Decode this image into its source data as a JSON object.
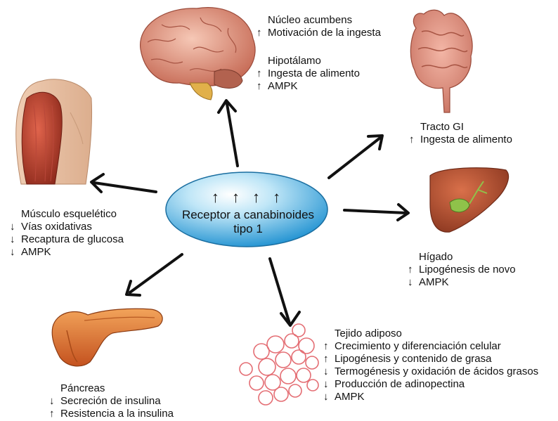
{
  "center": {
    "arrows": "↑ ↑ ↑ ↑",
    "line1": "Receptor a canabinoides",
    "line2": "tipo 1"
  },
  "brain": {
    "lines": [
      {
        "arrow": "",
        "text": "Núcleo acumbens"
      },
      {
        "arrow": "↑",
        "text": "Motivación de la ingesta"
      }
    ],
    "lines2": [
      {
        "arrow": "",
        "text": "Hipotálamo"
      },
      {
        "arrow": "↑",
        "text": "Ingesta de alimento"
      },
      {
        "arrow": "↑",
        "text": "AMPK"
      }
    ]
  },
  "gi": {
    "lines": [
      {
        "arrow": "",
        "text": "Tracto GI"
      },
      {
        "arrow": "↑",
        "text": "Ingesta de alimento"
      }
    ]
  },
  "liver": {
    "lines": [
      {
        "arrow": "",
        "text": "Hígado"
      },
      {
        "arrow": "↑",
        "text": "Lipogénesis de novo"
      },
      {
        "arrow": "↓",
        "text": "AMPK"
      }
    ]
  },
  "adipose": {
    "lines": [
      {
        "arrow": "",
        "text": "Tejido adiposo"
      },
      {
        "arrow": "↑",
        "text": "Crecimiento y diferenciación celular"
      },
      {
        "arrow": "↑",
        "text": "Lipogénesis y contenido de grasa"
      },
      {
        "arrow": "↓",
        "text": "Termogénesis y oxidación de ácidos grasos"
      },
      {
        "arrow": "↓",
        "text": "Producción de adinopectina"
      },
      {
        "arrow": "↓",
        "text": "AMPK"
      }
    ]
  },
  "pancreas": {
    "lines": [
      {
        "arrow": "",
        "text": "Páncreas"
      },
      {
        "arrow": "↓",
        "text": "Secreción de insulina"
      },
      {
        "arrow": "↑",
        "text": "Resistencia a la insulina"
      }
    ]
  },
  "muscle": {
    "lines": [
      {
        "arrow": "",
        "text": "Músculo esquelético"
      },
      {
        "arrow": "↓",
        "text": "Vías oxidativas"
      },
      {
        "arrow": "↓",
        "text": "Recaptura de glucosa"
      },
      {
        "arrow": "↓",
        "text": "AMPK"
      }
    ]
  },
  "colors": {
    "ellipse_light": "#dff3fb",
    "ellipse_dark": "#1b8fd0",
    "organ_red": "#c9533b",
    "liver": "#b5502f",
    "gallbladder": "#8fc24a",
    "pancreas": "#e07a2e",
    "brain": "#e6a08a",
    "adipose": "#f08c8c"
  }
}
